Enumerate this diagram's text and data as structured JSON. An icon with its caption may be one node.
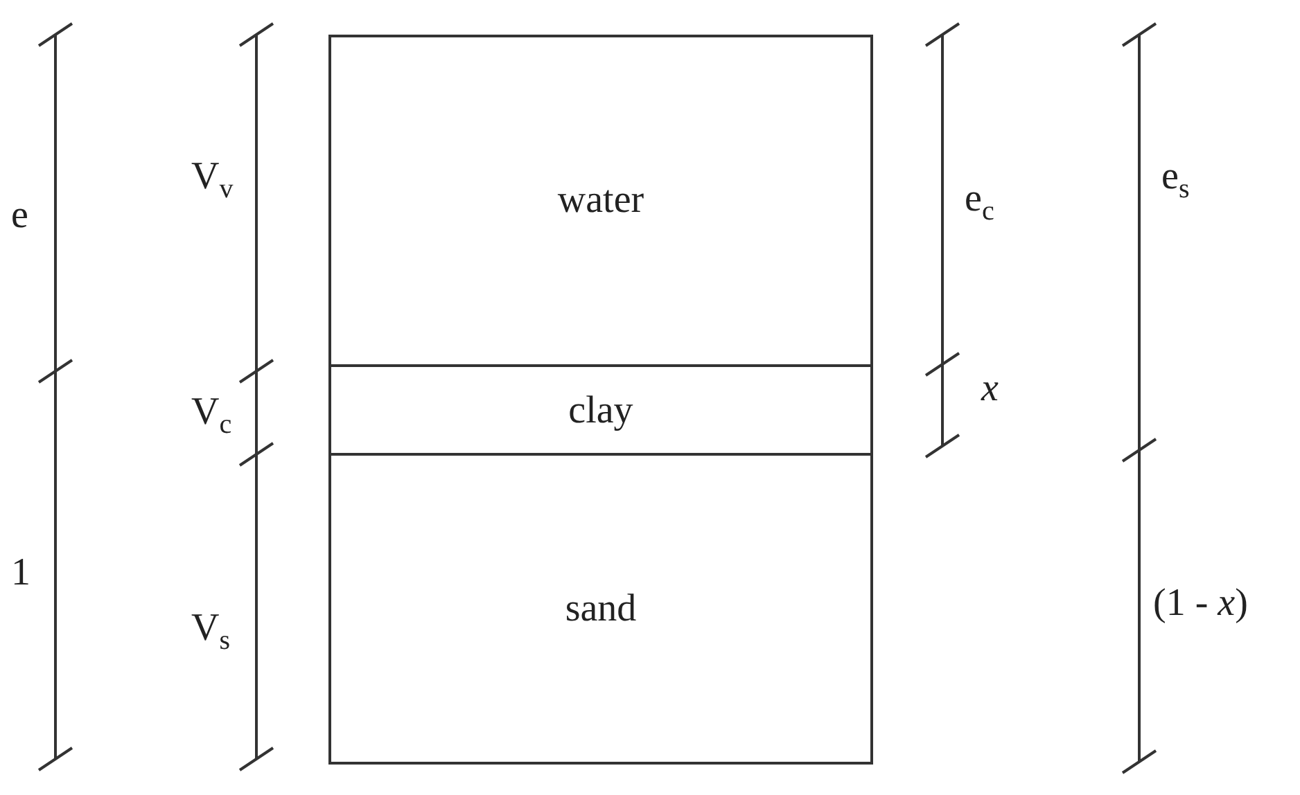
{
  "diagram": {
    "nodes": [
      {
        "text": [
          "water"
        ]
      },
      {
        "text": [
          "clay"
        ]
      },
      {
        "text": [
          "sand"
        ]
      }
    ],
    "edges": [],
    "labels": [
      "e",
      "V$_{v}$",
      "e$_{c}$",
      "e$_{s}$",
      "V$_{c}$",
      "x",
      "1",
      "V$_{s}$",
      "(1 - *x*)"
    ]
  }
}
